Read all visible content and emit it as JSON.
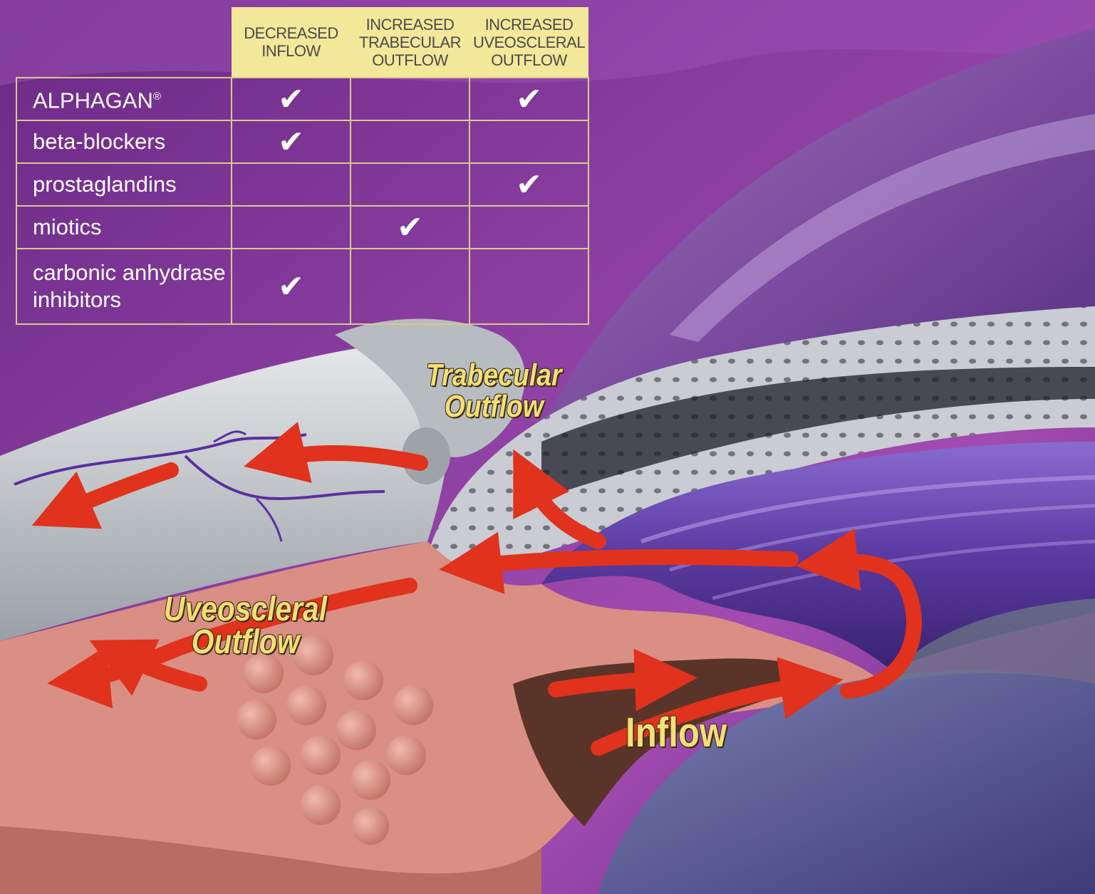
{
  "table": {
    "columns": [
      "DECREASED INFLOW",
      "INCREASED TRABECULAR OUTFLOW",
      "INCREASED UVEOSCLERAL OUTFLOW"
    ],
    "column_lines": [
      [
        "DECREASED",
        "INFLOW"
      ],
      [
        "INCREASED",
        "TRABECULAR",
        "OUTFLOW"
      ],
      [
        "INCREASED",
        "UVEOSCLERAL",
        "OUTFLOW"
      ]
    ],
    "check_mark": "✔",
    "rows": [
      {
        "drug_lines": [
          "ALPHAGAN"
        ],
        "registered": "®",
        "checks": [
          true,
          false,
          true
        ]
      },
      {
        "drug_lines": [
          "beta-blockers"
        ],
        "registered": "",
        "checks": [
          true,
          false,
          false
        ]
      },
      {
        "drug_lines": [
          "prostaglandins"
        ],
        "registered": "",
        "checks": [
          false,
          false,
          true
        ]
      },
      {
        "drug_lines": [
          "miotics"
        ],
        "registered": "",
        "checks": [
          false,
          true,
          false
        ]
      },
      {
        "drug_lines": [
          "carbonic anhydrase",
          "inhibitors"
        ],
        "registered": "",
        "checks": [
          true,
          false,
          false
        ]
      }
    ]
  },
  "labels": {
    "trabecular": [
      "Trabecular",
      "Outflow"
    ],
    "uveoscleral": [
      "Uveoscleral",
      "Outflow"
    ],
    "inflow": "Inflow"
  },
  "colors": {
    "background_purple": "#7b2d92",
    "header_yellow": "#f3e79a",
    "grid_line": "#d8c98e",
    "label_yellow": "#f2df78",
    "arrow_red": "#e0321c",
    "tissue_pink": "#d98f84",
    "sclera_grey": "#c9cdd0",
    "iris_purple": "#6a4bb0"
  }
}
